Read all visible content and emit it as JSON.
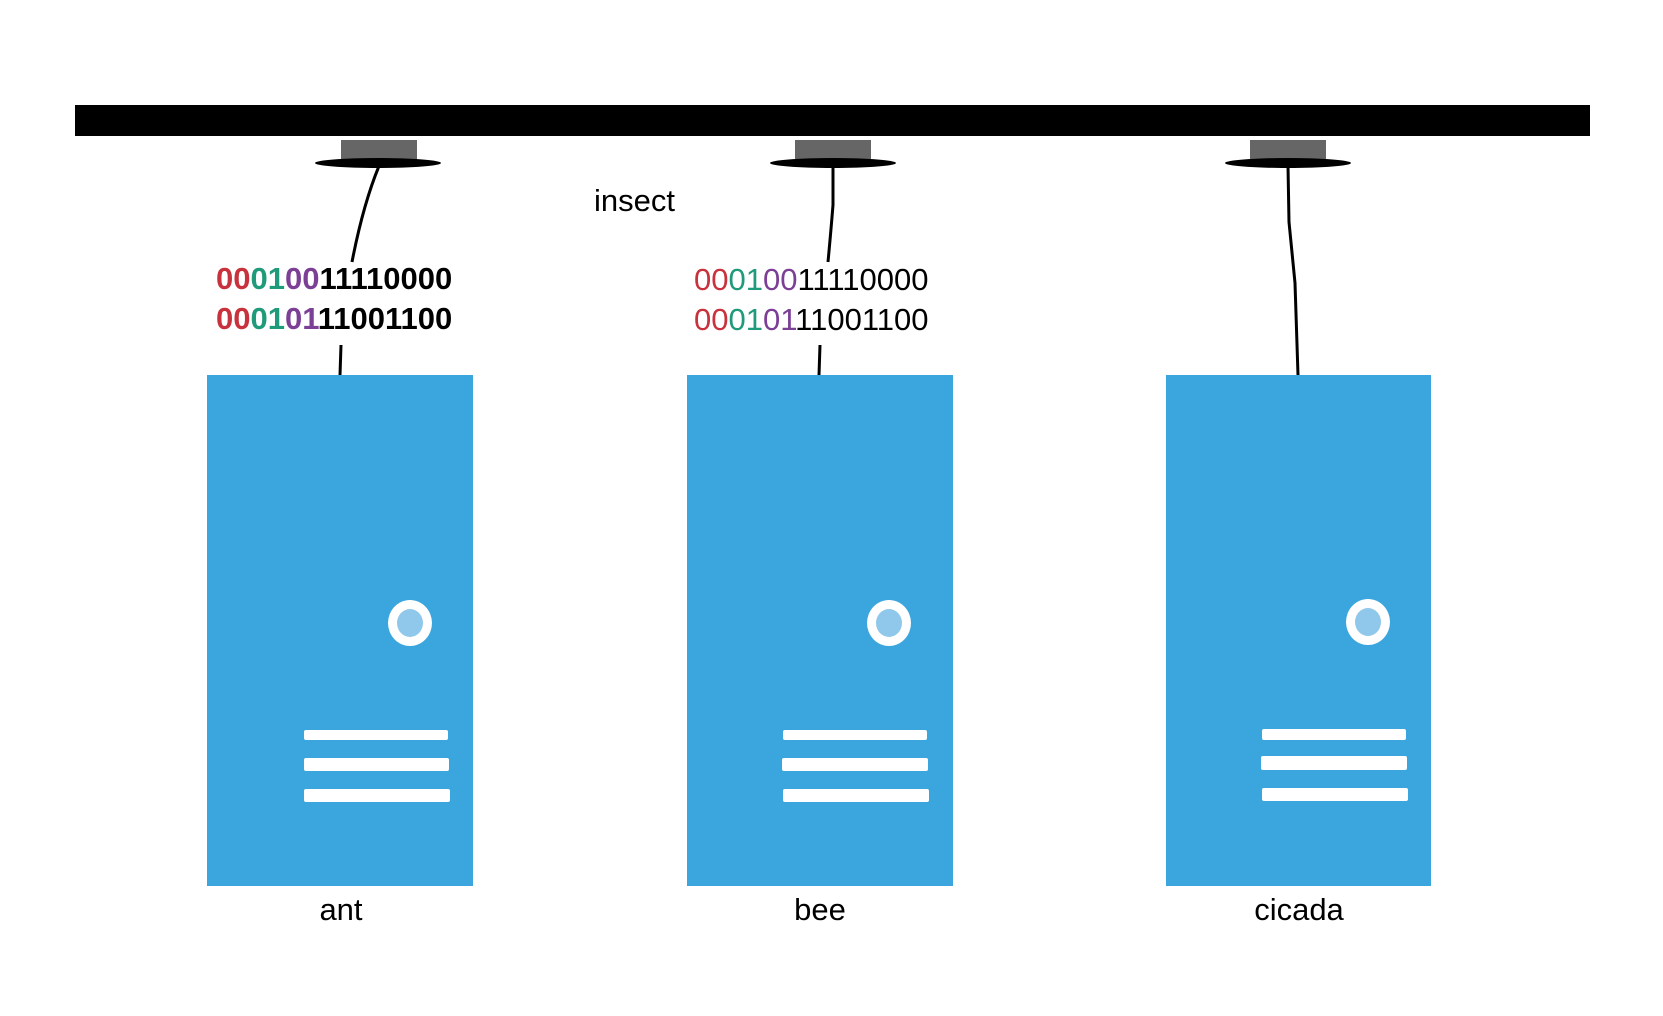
{
  "network": {
    "label": "insect"
  },
  "colors": {
    "bus": "#000000",
    "port": "#666666",
    "host_body": "#3ba5de",
    "host_light_ring": "#ffffff",
    "host_light": "#8fc8ea",
    "host_vent": "#ffffff",
    "cable": "#000000",
    "bit_red": "#c8323c",
    "bit_green": "#1f9a7a",
    "bit_purple": "#7b3f96",
    "bit_black": "#000000"
  },
  "hosts": [
    {
      "name": "ant",
      "bits_bold": true,
      "bit_rows": [
        [
          {
            "text": "00",
            "color": "bit_red"
          },
          {
            "text": "01",
            "color": "bit_green"
          },
          {
            "text": "00",
            "color": "bit_purple"
          },
          {
            "text": "11110000",
            "color": "bit_black"
          }
        ],
        [
          {
            "text": "00",
            "color": "bit_red"
          },
          {
            "text": "01",
            "color": "bit_green"
          },
          {
            "text": "01",
            "color": "bit_purple"
          },
          {
            "text": "11001100",
            "color": "bit_black"
          }
        ]
      ]
    },
    {
      "name": "bee",
      "bits_bold": false,
      "bit_rows": [
        [
          {
            "text": "00",
            "color": "bit_red"
          },
          {
            "text": "01",
            "color": "bit_green"
          },
          {
            "text": "00",
            "color": "bit_purple"
          },
          {
            "text": "11110000",
            "color": "bit_black"
          }
        ],
        [
          {
            "text": "00",
            "color": "bit_red"
          },
          {
            "text": "01",
            "color": "bit_green"
          },
          {
            "text": "01",
            "color": "bit_purple"
          },
          {
            "text": "11001100",
            "color": "bit_black"
          }
        ]
      ]
    },
    {
      "name": "cicada",
      "bits_bold": false,
      "bit_rows": []
    }
  ]
}
